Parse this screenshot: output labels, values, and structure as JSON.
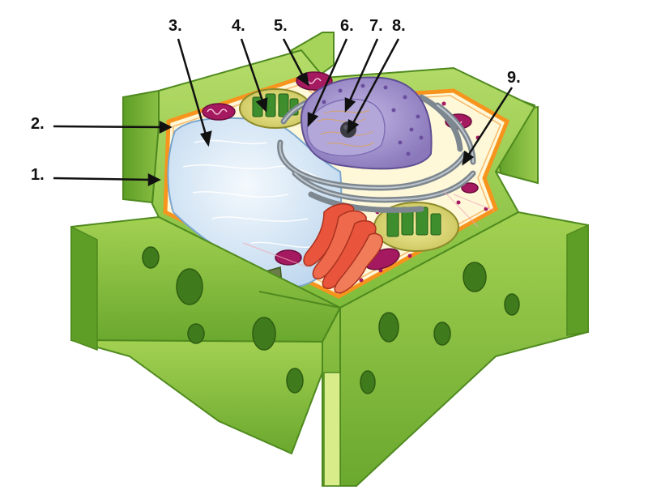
{
  "labels": {
    "l1": "1.",
    "l2": "2.",
    "l3": "3.",
    "l4": "4.",
    "l5": "5.",
    "l6": "6.",
    "l7": "7.",
    "l8": "8.",
    "l9": "9."
  },
  "colors": {
    "cell_wall": "#8cc63f",
    "cell_wall_dark": "#5a9b27",
    "membrane": "#f7941d",
    "cytoplasm": "#fff8d6",
    "vacuole": "#dcebf7",
    "nucleus": "#9b8ac4",
    "golgi": "#e8553c",
    "mitochondrion": "#a4195f",
    "chloroplast": "#6aa84f",
    "er": "#808a94"
  }
}
